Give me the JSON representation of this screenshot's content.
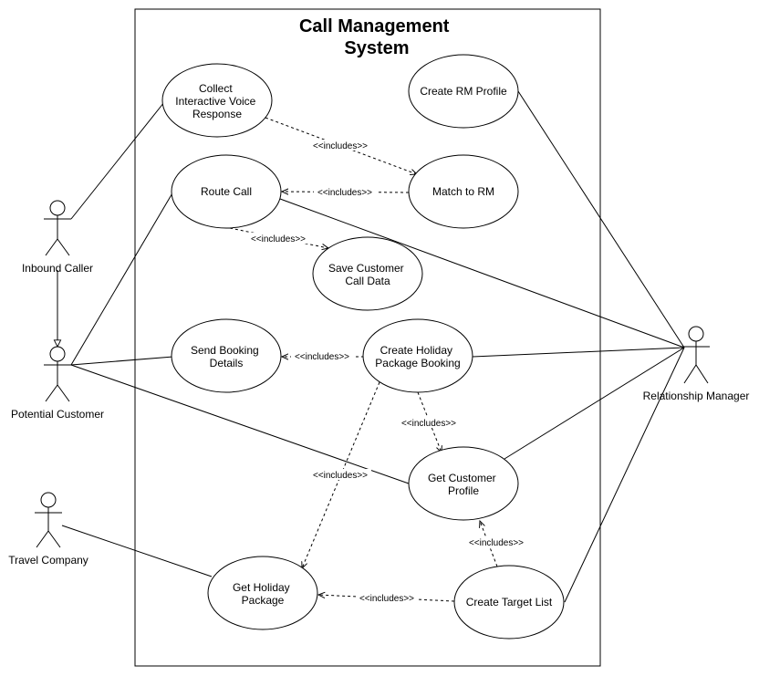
{
  "system": {
    "title_lines": [
      "Call Management",
      "System"
    ]
  },
  "actors": {
    "inbound_caller": "Inbound Caller",
    "potential_customer": "Potential Customer",
    "travel_company": "Travel Company",
    "relationship_manager": "Relationship Manager"
  },
  "use_cases": {
    "collect_ivr": [
      "Collect",
      "Interactive Voice",
      "Response"
    ],
    "create_rm_profile": [
      "Create RM Profile"
    ],
    "route_call": [
      "Route Call"
    ],
    "match_to_rm": [
      "Match to RM"
    ],
    "save_customer_call_data": [
      "Save Customer",
      "Call Data"
    ],
    "send_booking_details": [
      "Send Booking",
      "Details"
    ],
    "create_holiday_package_booking": [
      "Create Holiday",
      "Package Booking"
    ],
    "get_customer_profile": [
      "Get Customer",
      "Profile"
    ],
    "get_holiday_package": [
      "Get Holiday",
      "Package"
    ],
    "create_target_list": [
      "Create Target List"
    ]
  },
  "relation_label": "<<includes>>"
}
